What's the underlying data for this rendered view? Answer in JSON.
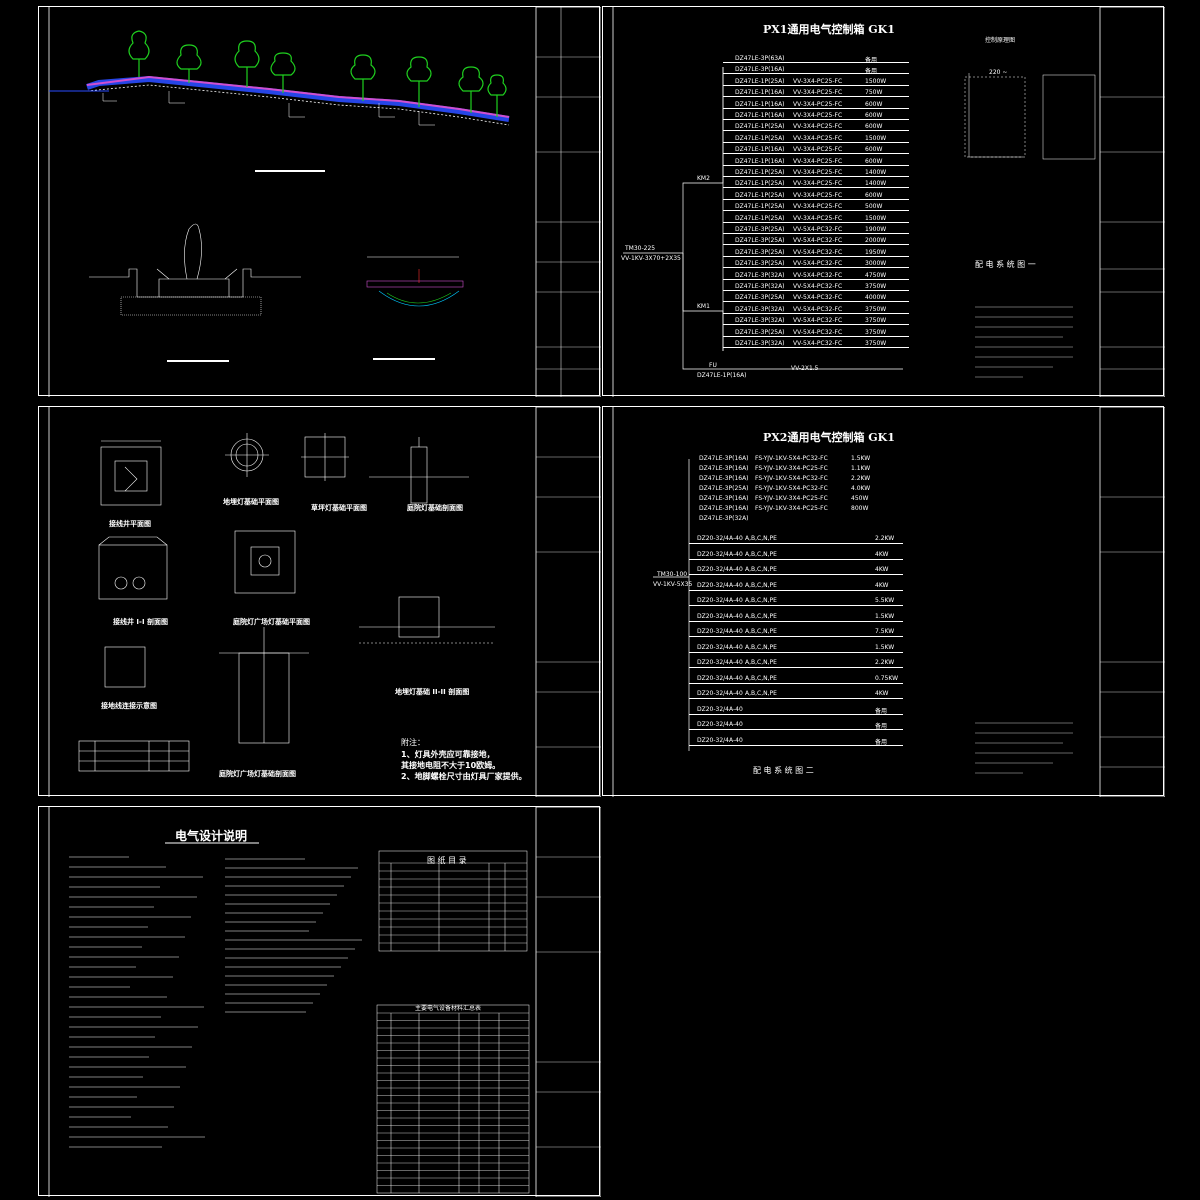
{
  "sheets": {
    "s1": {
      "side_box_label": "",
      "note": ""
    },
    "s2": {
      "title": "PX1通用电气控制箱 GK1",
      "diagram_caption": "配 电 系 统 图 一",
      "side_title": "控制原理图",
      "supply": "220 ~",
      "inlet_cable": "VV-1KV-3X70+2X35",
      "inlet_switch": "TM30-225",
      "ks1": "KM2",
      "ks2": "KM1",
      "rows": [
        {
          "brk": "DZ47LE-3P(63A)",
          "cable": "",
          "load": "备用"
        },
        {
          "brk": "DZ47LE-3P(16A)",
          "cable": "",
          "load": "备用"
        },
        {
          "brk": "DZ47LE-1P(25A)",
          "cable": "VV-3X4-PC25-FC",
          "load": "1500W"
        },
        {
          "brk": "DZ47LE-1P(16A)",
          "cable": "VV-3X4-PC25-FC",
          "load": "750W"
        },
        {
          "brk": "DZ47LE-1P(16A)",
          "cable": "VV-3X4-PC25-FC",
          "load": "600W"
        },
        {
          "brk": "DZ47LE-1P(16A)",
          "cable": "VV-3X4-PC25-FC",
          "load": "600W"
        },
        {
          "brk": "DZ47LE-1P(25A)",
          "cable": "VV-3X4-PC25-FC",
          "load": "600W"
        },
        {
          "brk": "DZ47LE-1P(25A)",
          "cable": "VV-3X4-PC25-FC",
          "load": "1500W"
        },
        {
          "brk": "DZ47LE-1P(16A)",
          "cable": "VV-3X4-PC25-FC",
          "load": "600W"
        },
        {
          "brk": "DZ47LE-1P(16A)",
          "cable": "VV-3X4-PC25-FC",
          "load": "600W"
        },
        {
          "brk": "DZ47LE-1P(25A)",
          "cable": "VV-3X4-PC25-FC",
          "load": "1400W"
        },
        {
          "brk": "DZ47LE-1P(25A)",
          "cable": "VV-3X4-PC25-FC",
          "load": "1400W"
        },
        {
          "brk": "DZ47LE-1P(25A)",
          "cable": "VV-3X4-PC25-FC",
          "load": "600W"
        },
        {
          "brk": "DZ47LE-1P(25A)",
          "cable": "VV-3X4-PC25-FC",
          "load": "500W"
        },
        {
          "brk": "DZ47LE-1P(25A)",
          "cable": "VV-3X4-PC25-FC",
          "load": "1500W"
        },
        {
          "brk": "DZ47LE-3P(25A)",
          "cable": "VV-5X4-PC32-FC",
          "load": "1900W"
        },
        {
          "brk": "DZ47LE-3P(25A)",
          "cable": "VV-5X4-PC32-FC",
          "load": "2000W"
        },
        {
          "brk": "DZ47LE-3P(25A)",
          "cable": "VV-5X4-PC32-FC",
          "load": "1950W"
        },
        {
          "brk": "DZ47LE-3P(25A)",
          "cable": "VV-5X4-PC32-FC",
          "load": "3000W"
        },
        {
          "brk": "DZ47LE-3P(32A)",
          "cable": "VV-5X4-PC32-FC",
          "load": "4750W"
        },
        {
          "brk": "DZ47LE-3P(32A)",
          "cable": "VV-5X4-PC32-FC",
          "load": "3750W"
        },
        {
          "brk": "DZ47LE-3P(25A)",
          "cable": "VV-5X4-PC32-FC",
          "load": "4000W"
        },
        {
          "brk": "DZ47LE-3P(32A)",
          "cable": "VV-5X4-PC32-FC",
          "load": "3750W"
        },
        {
          "brk": "DZ47LE-3P(32A)",
          "cable": "VV-5X4-PC32-FC",
          "load": "3750W"
        },
        {
          "brk": "DZ47LE-3P(25A)",
          "cable": "VV-5X4-PC32-FC",
          "load": "3750W"
        },
        {
          "brk": "DZ47LE-3P(32A)",
          "cable": "VV-5X4-PC32-FC",
          "load": "3750W"
        }
      ],
      "last_row": {
        "brk": "DZ47LE-1P(16A)",
        "cable": "VV-2X1.5",
        "tag": "FU"
      }
    },
    "s3": {
      "labels": [
        "接线井平面图",
        "地埋灯基础平面图",
        "草坪灯基础平面图",
        "庭院灯基础剖面图",
        "接线井 I-I 剖面图",
        "庭院灯广场灯基础平面图",
        "地埋灯基础 II-II 剖面图",
        "接地线连接示意图",
        "庭院灯广场灯基础剖面图"
      ],
      "notes_title": "附注：",
      "notes": [
        "1、灯具外壳应可靠接地，",
        "其接地电阻不大于10欧姆。",
        "2、地脚螺栓尺寸由灯具厂家提供。"
      ]
    },
    "s4": {
      "title": "PX2通用电气控制箱 GK1",
      "diagram_caption": "配 电 系 统 图 二",
      "inlet_switch": "TM30-100",
      "inlet_cable": "VV-1KV-5X35",
      "rows_top": [
        {
          "brk": "DZ47LE-3P(16A)",
          "cable": "FS-YJV-1KV-5X4-PC32-FC",
          "load": "1.5KW"
        },
        {
          "brk": "DZ47LE-3P(16A)",
          "cable": "FS-YJV-1KV-3X4-PC25-FC",
          "load": "1.1KW"
        },
        {
          "brk": "DZ47LE-3P(16A)",
          "cable": "FS-YJV-1KV-5X4-PC32-FC",
          "load": "2.2KW"
        },
        {
          "brk": "DZ47LE-3P(25A)",
          "cable": "FS-YJV-1KV-5X4-PC32-FC",
          "load": "4.0KW"
        },
        {
          "brk": "DZ47LE-3P(16A)",
          "cable": "FS-YJV-1KV-3X4-PC25-FC",
          "load": "450W"
        },
        {
          "brk": "DZ47LE-3P(16A)",
          "cable": "FS-YJV-1KV-3X4-PC25-FC",
          "load": "800W"
        },
        {
          "brk": "DZ47LE-3P(32A)",
          "cable": "",
          "load": ""
        }
      ],
      "rows_bottom": [
        {
          "brk": "DZ20-32/4A-40",
          "phase": "A,B,C,N,PE",
          "load": "2.2KW"
        },
        {
          "brk": "DZ20-32/4A-40",
          "phase": "A,B,C,N,PE",
          "load": "4KW"
        },
        {
          "brk": "DZ20-32/4A-40",
          "phase": "A,B,C,N,PE",
          "load": "4KW"
        },
        {
          "brk": "DZ20-32/4A-40",
          "phase": "A,B,C,N,PE",
          "load": "4KW"
        },
        {
          "brk": "DZ20-32/4A-40",
          "phase": "A,B,C,N,PE",
          "load": "5.5KW"
        },
        {
          "brk": "DZ20-32/4A-40",
          "phase": "A,B,C,N,PE",
          "load": "1.5KW"
        },
        {
          "brk": "DZ20-32/4A-40",
          "phase": "A,B,C,N,PE",
          "load": "7.5KW"
        },
        {
          "brk": "DZ20-32/4A-40",
          "phase": "A,B,C,N,PE",
          "load": "1.5KW"
        },
        {
          "brk": "DZ20-32/4A-40",
          "phase": "A,B,C,N,PE",
          "load": "2.2KW"
        },
        {
          "brk": "DZ20-32/4A-40",
          "phase": "A,B,C,N,PE",
          "load": "0.75KW"
        },
        {
          "brk": "DZ20-32/4A-40",
          "phase": "A,B,C,N,PE",
          "load": "4KW"
        },
        {
          "brk": "DZ20-32/4A-40",
          "phase": "",
          "load": "备用"
        },
        {
          "brk": "DZ20-32/4A-40",
          "phase": "",
          "load": "备用"
        },
        {
          "brk": "DZ20-32/4A-40",
          "phase": "",
          "load": "备用"
        }
      ]
    },
    "s5": {
      "title": "电气设计说明",
      "table_title": "图 纸 目 录",
      "materials_title": "主要电气设备材料汇总表"
    }
  }
}
